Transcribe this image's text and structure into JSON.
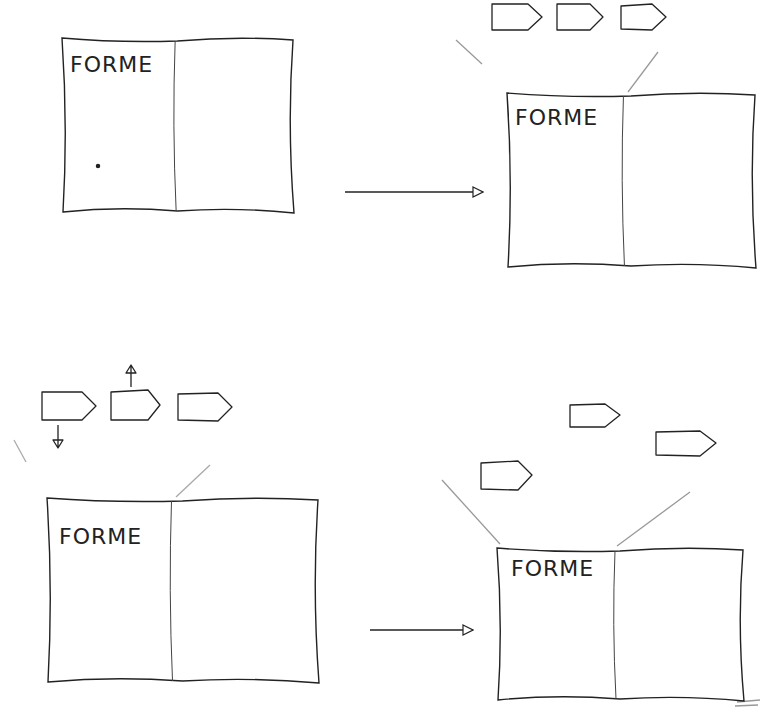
{
  "diagram": {
    "nodes": [
      {
        "text": [
          "FORME"
        ]
      },
      {
        "text": [
          "FORME"
        ]
      },
      {
        "text": [
          "FORME"
        ]
      },
      {
        "text": [
          "FORME"
        ]
      }
    ],
    "edges": [
      {
        "from": 0,
        "to": 1,
        "arrow": "to"
      },
      {
        "from": 2,
        "to": 3,
        "arrow": "to"
      }
    ]
  }
}
